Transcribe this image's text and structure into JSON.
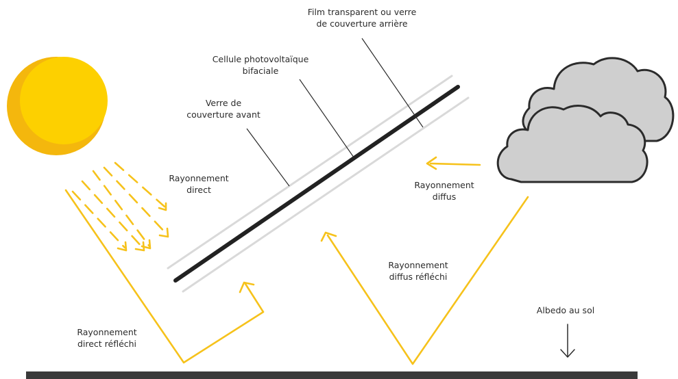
{
  "labels": {
    "film": "Film transparent ou verre\nde couverture arrière",
    "cellule": "Cellule photovoltaïque\nbifaciale",
    "verre_avant": "Verre de\ncouverture avant",
    "rayonnement_direct": "Rayonnement\ndirect",
    "rayonnement_diffus": "Rayonnement\ndiffus",
    "rayonnement_diffus_reflechi": "Rayonnement\ndiffus réfléchi",
    "rayonnement_direct_reflechi": "Rayonnement\ndirect réfléchi",
    "albedo": "Albedo au sol"
  },
  "colors": {
    "sun": "#FDD000",
    "sun_shadow": "#F4B70D",
    "arrow": "#F6C21B",
    "panel": "#222222",
    "glass": "#d9d9d9",
    "cloud": "#cfcfcf",
    "cloud_outline": "#2b2b2b",
    "ground": "#3a3a3a"
  },
  "icons": {
    "sun": "sun-icon",
    "cloud": "cloud-icon",
    "ground_arrow": "arrow-down-icon"
  }
}
